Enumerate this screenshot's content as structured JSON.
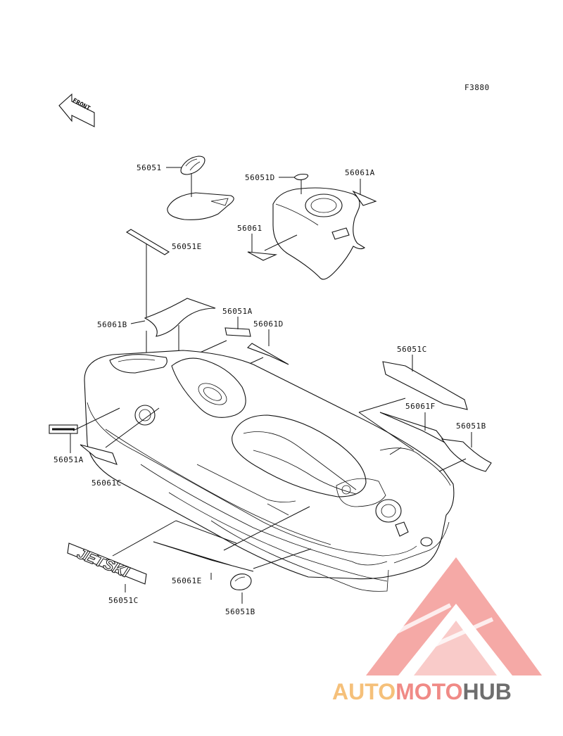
{
  "figure_code": "F3880",
  "front_arrow_label": "FRONT",
  "callouts": {
    "56051": "56051",
    "56051D": "56051D",
    "56061A_top": "56061A",
    "56061": "56061",
    "56051E": "56051E",
    "56051A_top": "56051A",
    "56061B": "56061B",
    "56061D": "56061D",
    "56051C_right": "56051C",
    "56061F": "56061F",
    "56051B_right": "56051B",
    "56051A_left": "56051A",
    "56061C": "56061C",
    "56061E": "56061E",
    "56051C_bottom": "56051C",
    "56051B_bottom": "56051B"
  },
  "watermark": {
    "part_a": "AUTO",
    "part_b": "MOTO",
    "part_c": "HUB",
    "color_a": "#f5c07a",
    "color_b": "#f08a86",
    "color_c": "#6e6e6e",
    "triangle_color": "#f4a09c"
  }
}
